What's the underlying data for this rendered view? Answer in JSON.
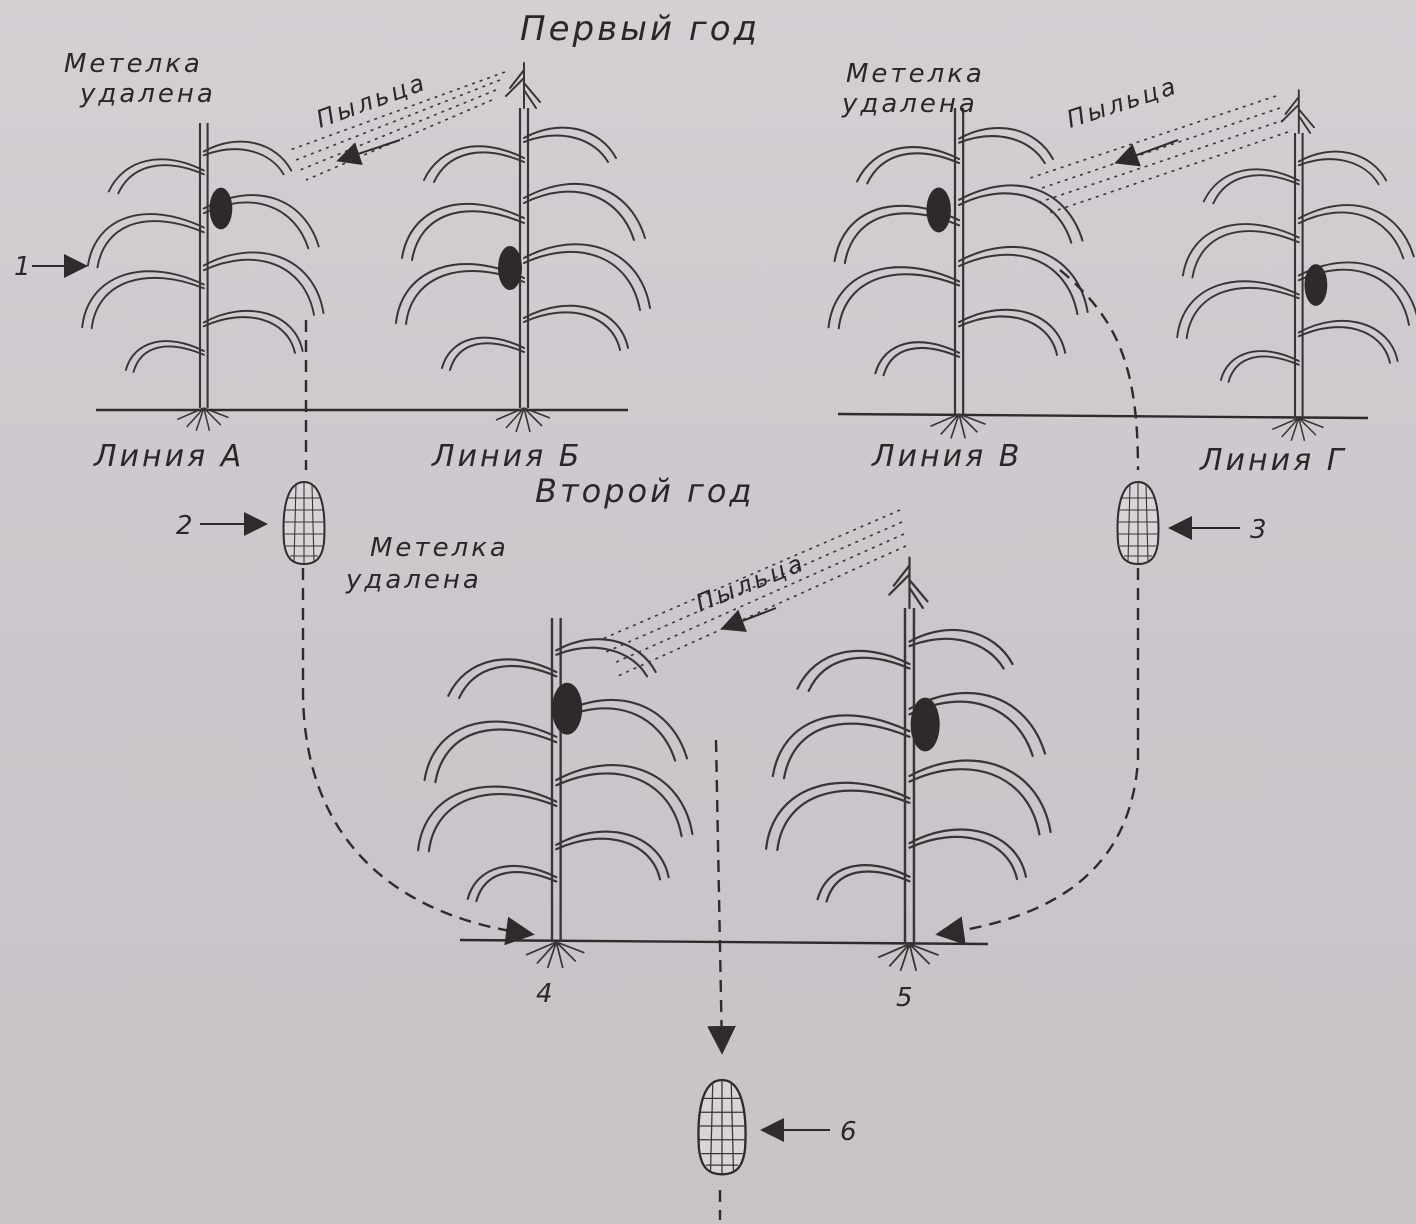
{
  "labels": {
    "first_year": "Первый год",
    "second_year": "Второй год",
    "tassel_removed_line1": "Метелка",
    "tassel_removed_line2": "удалена",
    "pollen": "Пыльца",
    "line_a": "Линия А",
    "line_b": "Линия Б",
    "line_v": "Линия В",
    "line_g": "Линия Г",
    "n1": "1",
    "n2": "2",
    "n3": "3",
    "n4": "4",
    "n5": "5",
    "n6": "6"
  }
}
